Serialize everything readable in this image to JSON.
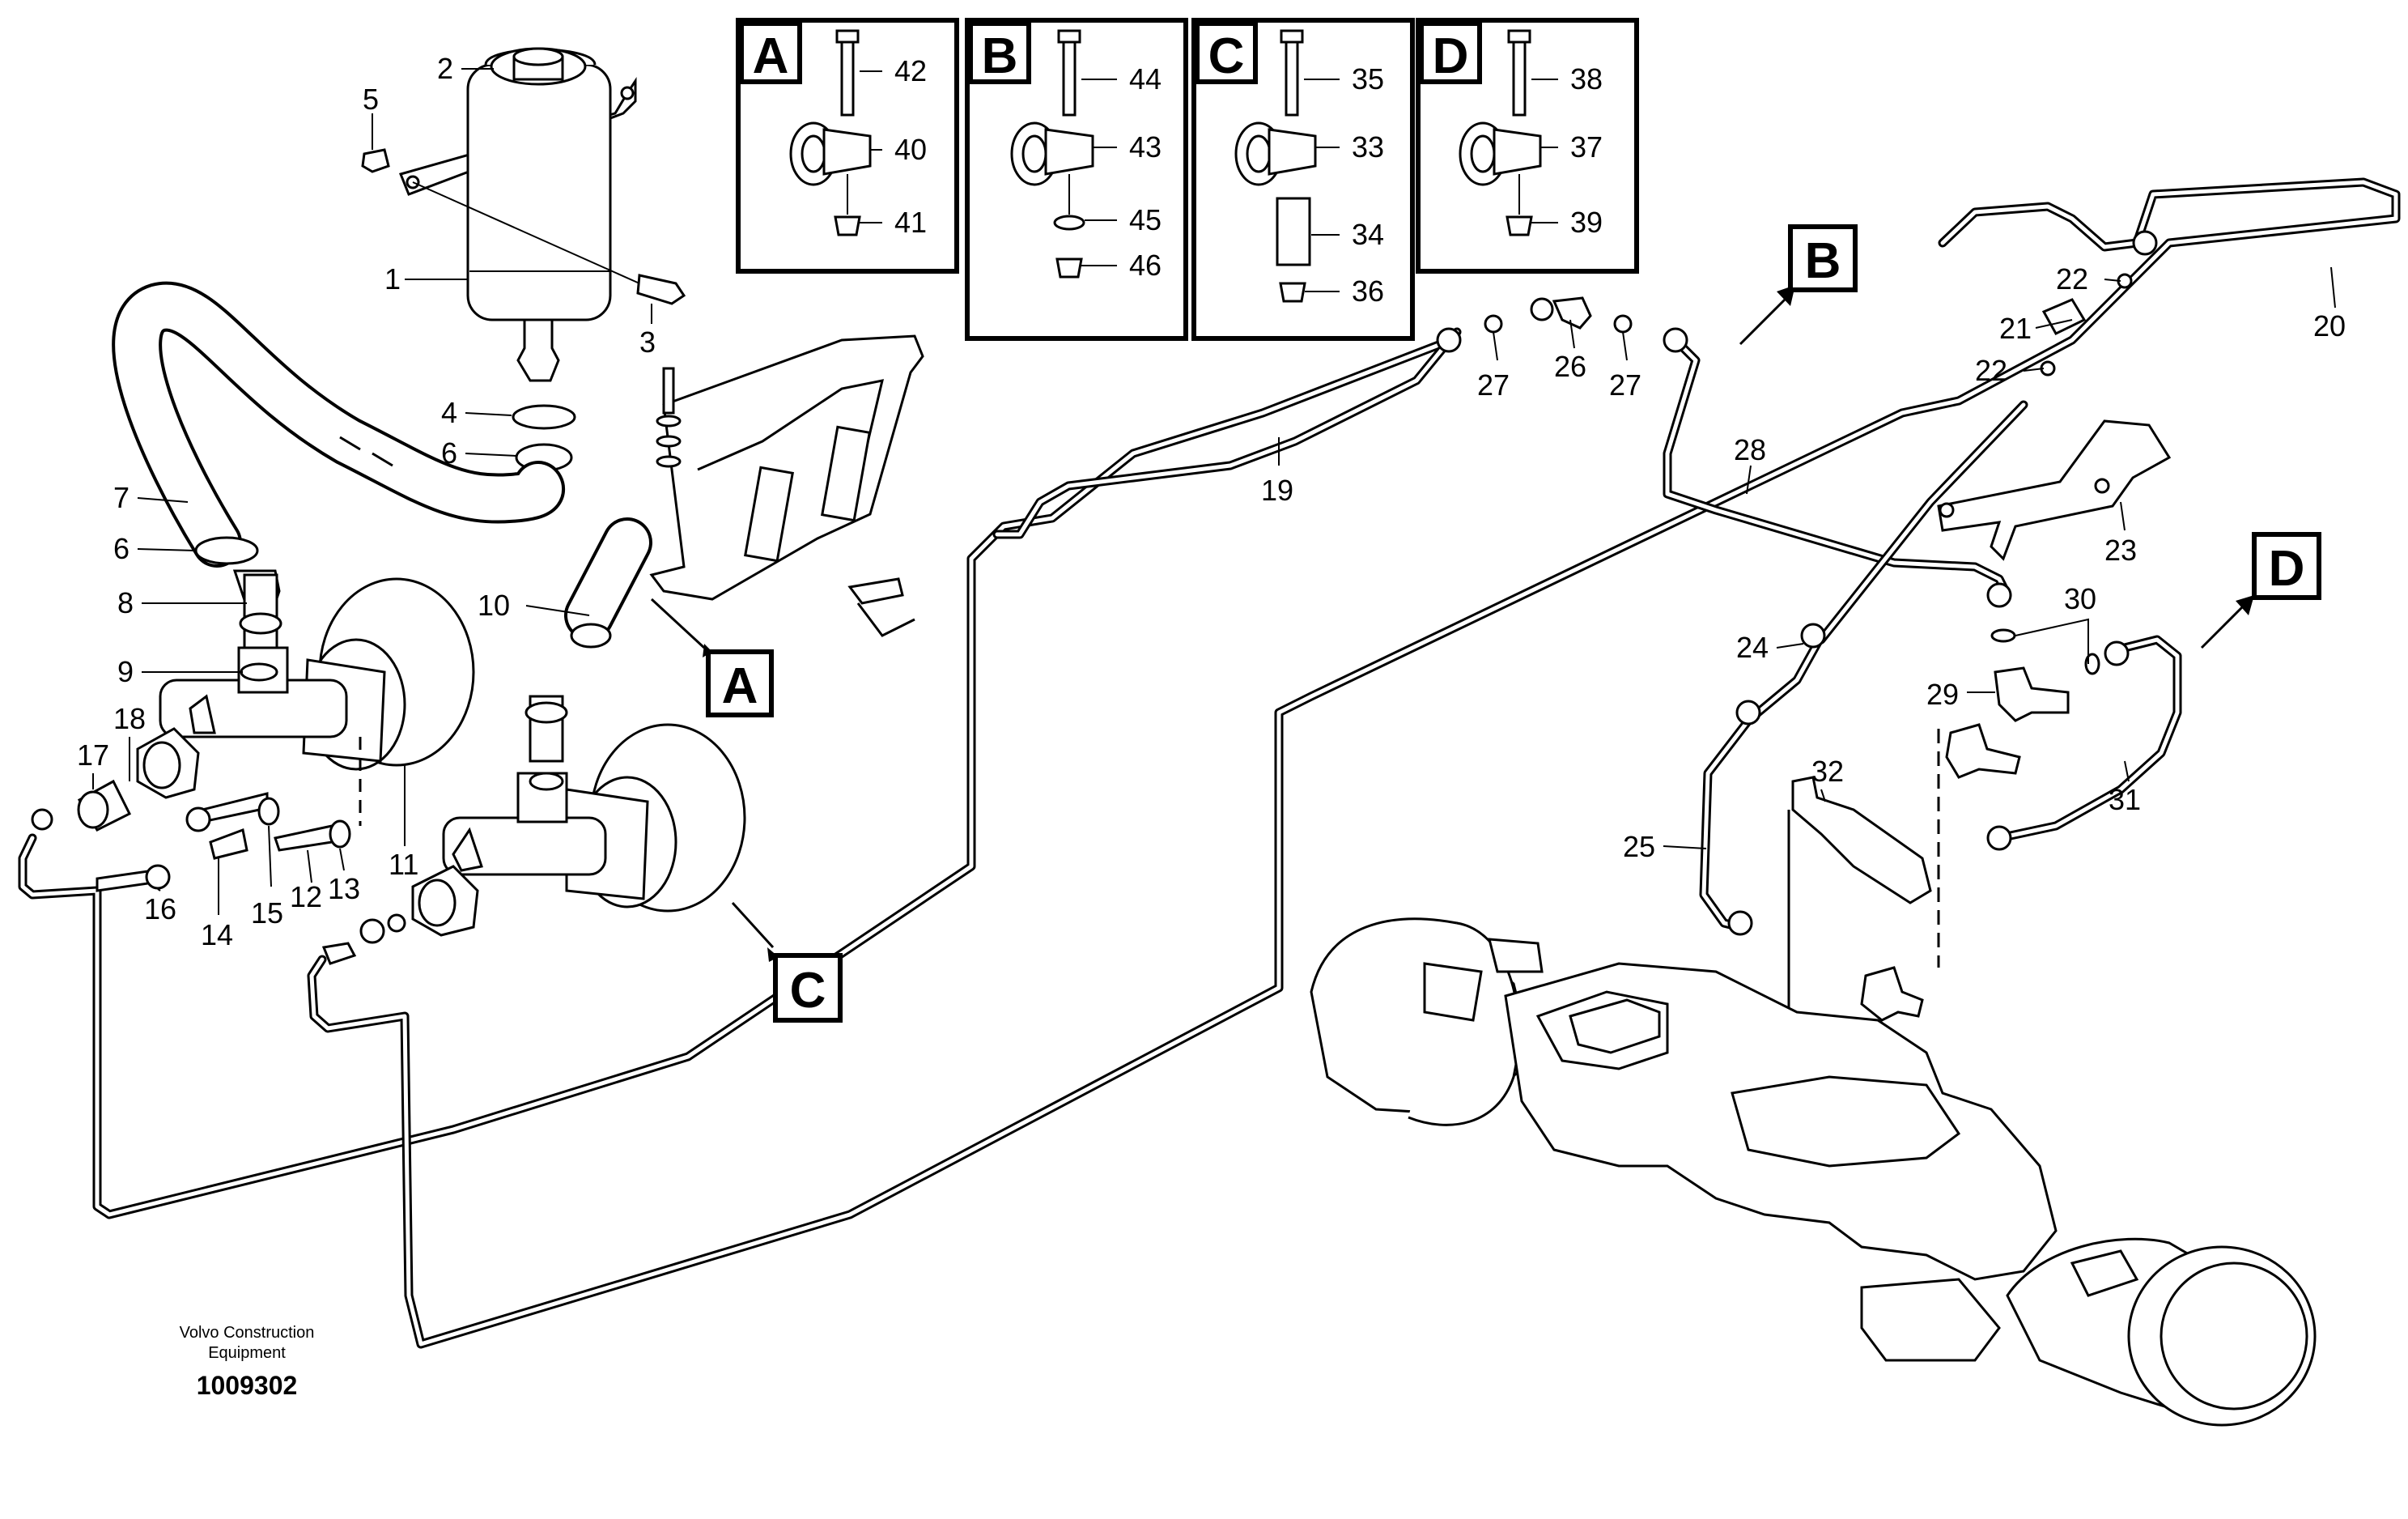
{
  "inset_labels": [
    "A",
    "B",
    "C",
    "D"
  ],
  "callout_labels": [
    "A",
    "B",
    "C",
    "D"
  ],
  "inset_parts": {
    "A": [
      "42",
      "40",
      "41"
    ],
    "B": [
      "44",
      "43",
      "45",
      "46"
    ],
    "C": [
      "35",
      "33",
      "34",
      "36"
    ],
    "D": [
      "38",
      "37",
      "39"
    ]
  },
  "part_numbers": [
    "1",
    "2",
    "3",
    "4",
    "5",
    "6",
    "6",
    "7",
    "8",
    "9",
    "10",
    "11",
    "12",
    "13",
    "14",
    "15",
    "16",
    "17",
    "18",
    "19",
    "20",
    "21",
    "22",
    "22",
    "23",
    "24",
    "25",
    "26",
    "27",
    "27",
    "28",
    "29",
    "30",
    "31",
    "32"
  ],
  "credit": {
    "line1": "Volvo Construction",
    "line2": "Equipment",
    "doc_number": "1009302"
  }
}
